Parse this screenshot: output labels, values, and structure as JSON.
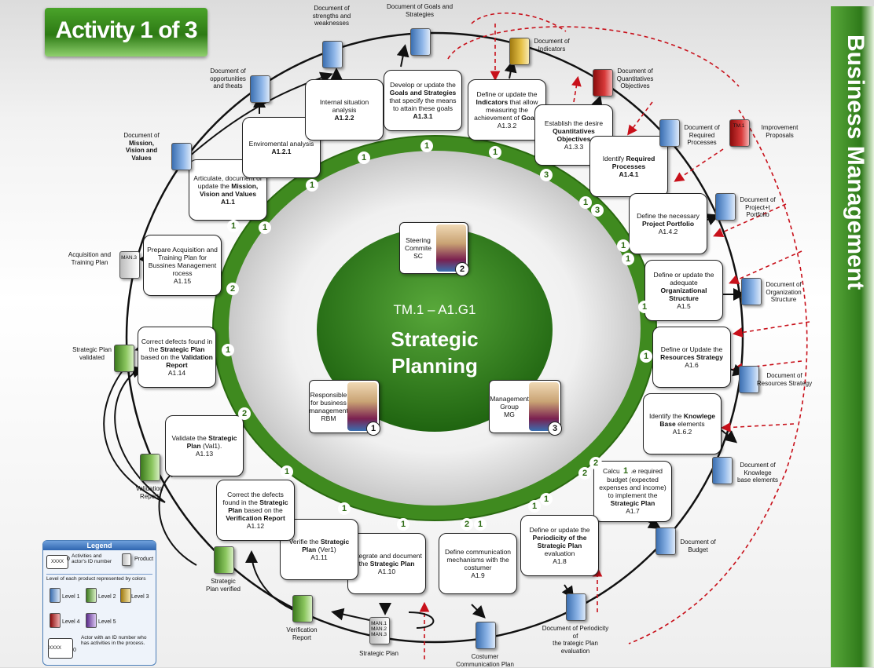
{
  "banner": "Activity 1 of 3",
  "sidebar_title": "Business Management",
  "center": {
    "code": "TM.1 – A1.G1",
    "title_line1": "Strategic",
    "title_line2": "Planning"
  },
  "actors": {
    "steering": {
      "label": "Steering\nCommite\nSC",
      "number": "2"
    },
    "responsible": {
      "label": "Responsible\nfor business\nmanagement\nRBM",
      "number": "1"
    },
    "group": {
      "label": "Management\nGroup\nMG",
      "number": "3"
    }
  },
  "activities": [
    {
      "id": "a11",
      "text": "Articulate, document or update the <b>Mission, Vision and Values</b><br><b>A1.1</b>"
    },
    {
      "id": "a121",
      "text": "Enviromental analysis<br><b>A1.2.1</b>"
    },
    {
      "id": "a122",
      "text": "Internal situation analysis<br><b>A1.2.2</b>"
    },
    {
      "id": "a131",
      "text": "Develop or update the <b>Goals and Strategies</b> that specify the means to attain these goals<br><b>A1.3.1</b>"
    },
    {
      "id": "a132",
      "text": "Define or update the <b>Indicators</b> that allow measuring the achievement of <b>Goals</b><br>A1.3.2"
    },
    {
      "id": "a133",
      "text": "Establish the desire <b>Quantitatives Objectives</b><br>A1.3.3"
    },
    {
      "id": "a141",
      "text": "Identify <b>Required Processes</b><br><b>A1.4.1</b>"
    },
    {
      "id": "a142",
      "text": "Define the necessary <b>Project Portfolio</b><br>A1.4.2"
    },
    {
      "id": "a15",
      "text": "Define or update the adequate <b>Organizational Structure</b><br>A1.5"
    },
    {
      "id": "a16",
      "text": "Define or Update the <b>Resources Strategy</b><br>A1.6"
    },
    {
      "id": "a162",
      "text": "Identify the <b>Knowlege Base</b> elements<br>A1.6.2"
    },
    {
      "id": "a17",
      "text": "Calcule the required budget (expected expenses and income) to implement the <b>Strategic Plan</b><br>A1.7"
    },
    {
      "id": "a18",
      "text": "Define or update the <b>Periodicity of the Strategic Plan</b> evaluation<br>A1.8"
    },
    {
      "id": "a19",
      "text": "Define communication mechanisms with the costumer<br>A1.9"
    },
    {
      "id": "a110",
      "text": "Integrate and document the <b>Strategic Plan</b><br>A1.10"
    },
    {
      "id": "a111",
      "text": "Verifie the <b>Strategic Plan</b> (Ver1)<br>A1.11"
    },
    {
      "id": "a112",
      "text": "Correct the defects found in the <b>Strategic Plan</b> based on the <b>Verification Report</b><br>A1.12"
    },
    {
      "id": "a113",
      "text": "Validate the <b>Strategic Plan</b> (Val1).<br>A1.13"
    },
    {
      "id": "a114",
      "text": "Correct defects found in the <b>Strategic Plan</b> based on the <b>Validation Report</b><br>A1.14"
    },
    {
      "id": "a115",
      "text": "Prepare Acquisition and Training Plan for Bussines Management rocess<br>A1.15"
    }
  ],
  "products": [
    {
      "id": "p_swot_s",
      "text": "Document of<br>strengths and<br>weaknesses",
      "level": "l1"
    },
    {
      "id": "p_goals",
      "text": "Document of Goals and<br>Strategies",
      "level": "l1"
    },
    {
      "id": "p_ind",
      "text": "Document of<br>Indicators",
      "level": "l3"
    },
    {
      "id": "p_qo",
      "text": "Document of<br>Quantitatives<br>Objectives",
      "level": "l4"
    },
    {
      "id": "p_proc",
      "text": "Document of<br>Required<br>Processes",
      "level": "l1"
    },
    {
      "id": "p_imp",
      "text": "Improvement<br>Proposals",
      "level": "l4"
    },
    {
      "id": "p_port",
      "text": "Document of<br>Project+t<br>Portfolio",
      "level": "l1"
    },
    {
      "id": "p_org",
      "text": "Document of<br>Organization<br>Structure",
      "level": "l1"
    },
    {
      "id": "p_res",
      "text": "Document of<br>Resources Strategy",
      "level": "l1"
    },
    {
      "id": "p_know",
      "text": "Document of<br>Knowlege<br>base elements",
      "level": "l1"
    },
    {
      "id": "p_bud",
      "text": "Document of<br>Budget",
      "level": "l1"
    },
    {
      "id": "p_per",
      "text": "Document of Periodicity of<br>the trategic Plan evaluation",
      "level": "l1"
    },
    {
      "id": "p_cust",
      "text": "Costumer Communication Plan",
      "level": "l1"
    },
    {
      "id": "p_sp",
      "text": "Strategic Plan",
      "level": "white"
    },
    {
      "id": "p_ver",
      "text": "Verification<br>Report",
      "level": "l2"
    },
    {
      "id": "p_spv",
      "text": "Strategic<br>Plan verified",
      "level": "l2"
    },
    {
      "id": "p_val",
      "text": "Validation<br>Report",
      "level": "l2"
    },
    {
      "id": "p_spval",
      "text": "Strategic Plan<br>validated",
      "level": "l2"
    },
    {
      "id": "p_acq",
      "text": "Acquisition and<br>Training Plan",
      "level": "white"
    },
    {
      "id": "p_mvv",
      "text": "Document of<br><b>Mission,<br>Vision and<br>Values</b>",
      "level": "l1"
    },
    {
      "id": "p_opp",
      "text": "Document of<br>opportunities<br>and theats",
      "level": "l1"
    }
  ],
  "doc_labels": {
    "imp": "TM.1",
    "acq": "MAN.3",
    "sp": "MAN.1\nMAN.2\nMAN.3"
  },
  "badges": [
    "1",
    "1",
    "1",
    "1",
    "1",
    "1",
    "3",
    "1",
    "3",
    "1",
    "1",
    "1",
    "1",
    "2",
    "1",
    "2",
    "1",
    "1",
    "1",
    "2",
    "1",
    "1",
    "2",
    "1",
    "1",
    "2",
    "1"
  ],
  "legend": {
    "title": "Legend",
    "activities": "Activities and actor's ID number",
    "activities_box": "XXXX",
    "activities_num": "0",
    "product": "Product",
    "level_caption": "Level of each product represented by colors",
    "levels": [
      "Level 1",
      "Level 2",
      "Level 3",
      "Level 4",
      "Level 5"
    ],
    "actor": "Actor with an ID number who has activities in the process.",
    "actor_box": "XXXX",
    "actor_num": "0"
  },
  "colors": {
    "ring": "#3f8a1f",
    "center": "#2f7d14",
    "arrow_dashed": "#c8101a"
  }
}
